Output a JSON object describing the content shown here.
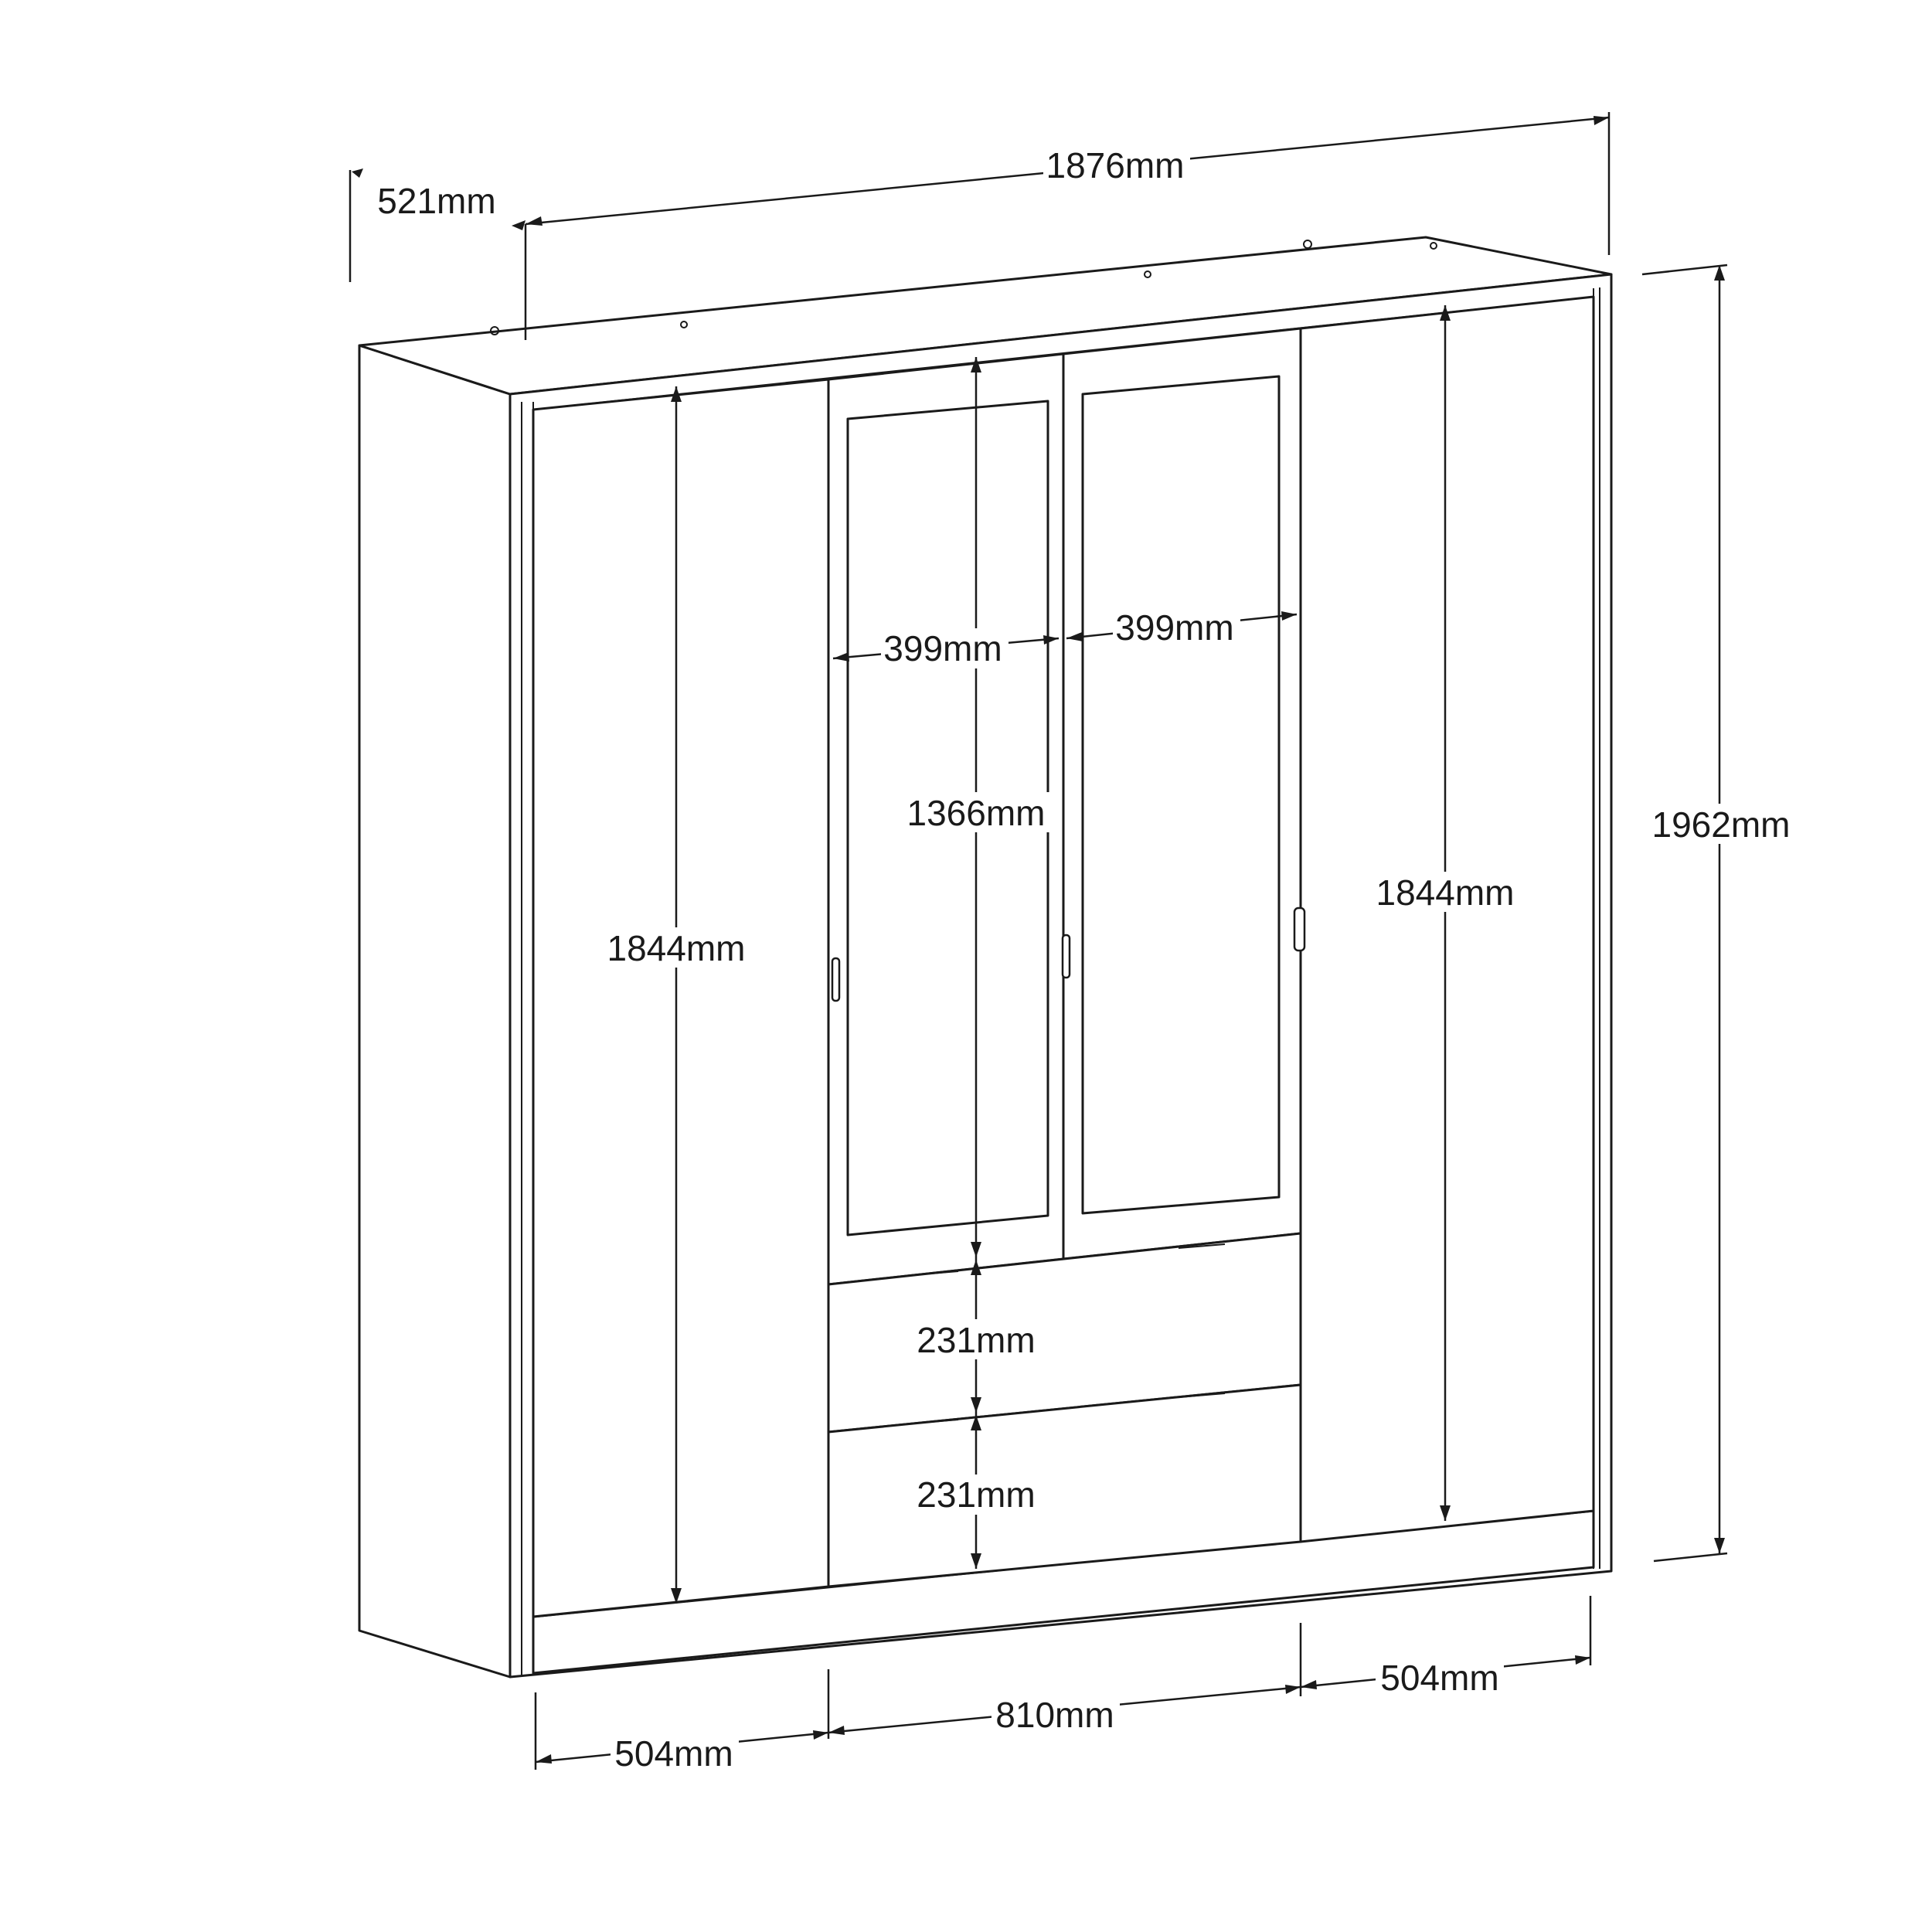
{
  "dimensions": {
    "overall_width": "1876mm",
    "overall_depth": "521mm",
    "overall_height": "1962mm",
    "left_door_height": "1844mm",
    "right_door_height": "1844mm",
    "mirror_door_left_width": "399mm",
    "mirror_door_right_width": "399mm",
    "mirror_height": "1366mm",
    "drawer_top_height": "231mm",
    "drawer_bottom_height": "231mm",
    "base_left_width": "504mm",
    "base_center_width": "810mm",
    "base_right_width": "504mm"
  }
}
